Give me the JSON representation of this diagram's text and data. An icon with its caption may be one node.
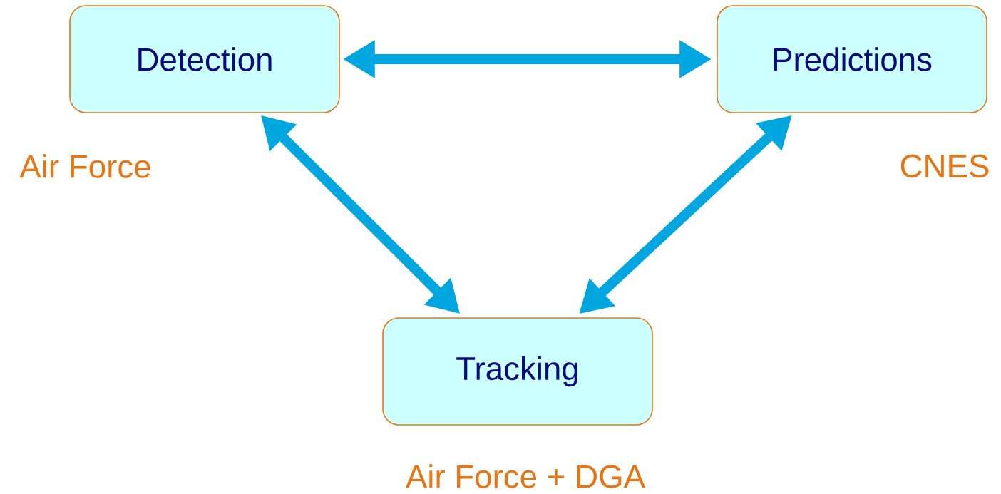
{
  "diagram": {
    "nodes": [
      {
        "text": [
          "Detection"
        ],
        "beside": [
          "Air Force"
        ]
      },
      {
        "text": [
          "Predictions"
        ],
        "beside": [
          "CNES"
        ]
      },
      {
        "text": [
          "Tracking"
        ],
        "beside": [
          "Air Force + DGA"
        ]
      }
    ],
    "edges": [
      {
        "from": 0,
        "to": 1,
        "arrow": "both"
      },
      {
        "from": 0,
        "to": 2,
        "arrow": "both"
      },
      {
        "from": 1,
        "to": 2,
        "arrow": "both"
      }
    ]
  }
}
